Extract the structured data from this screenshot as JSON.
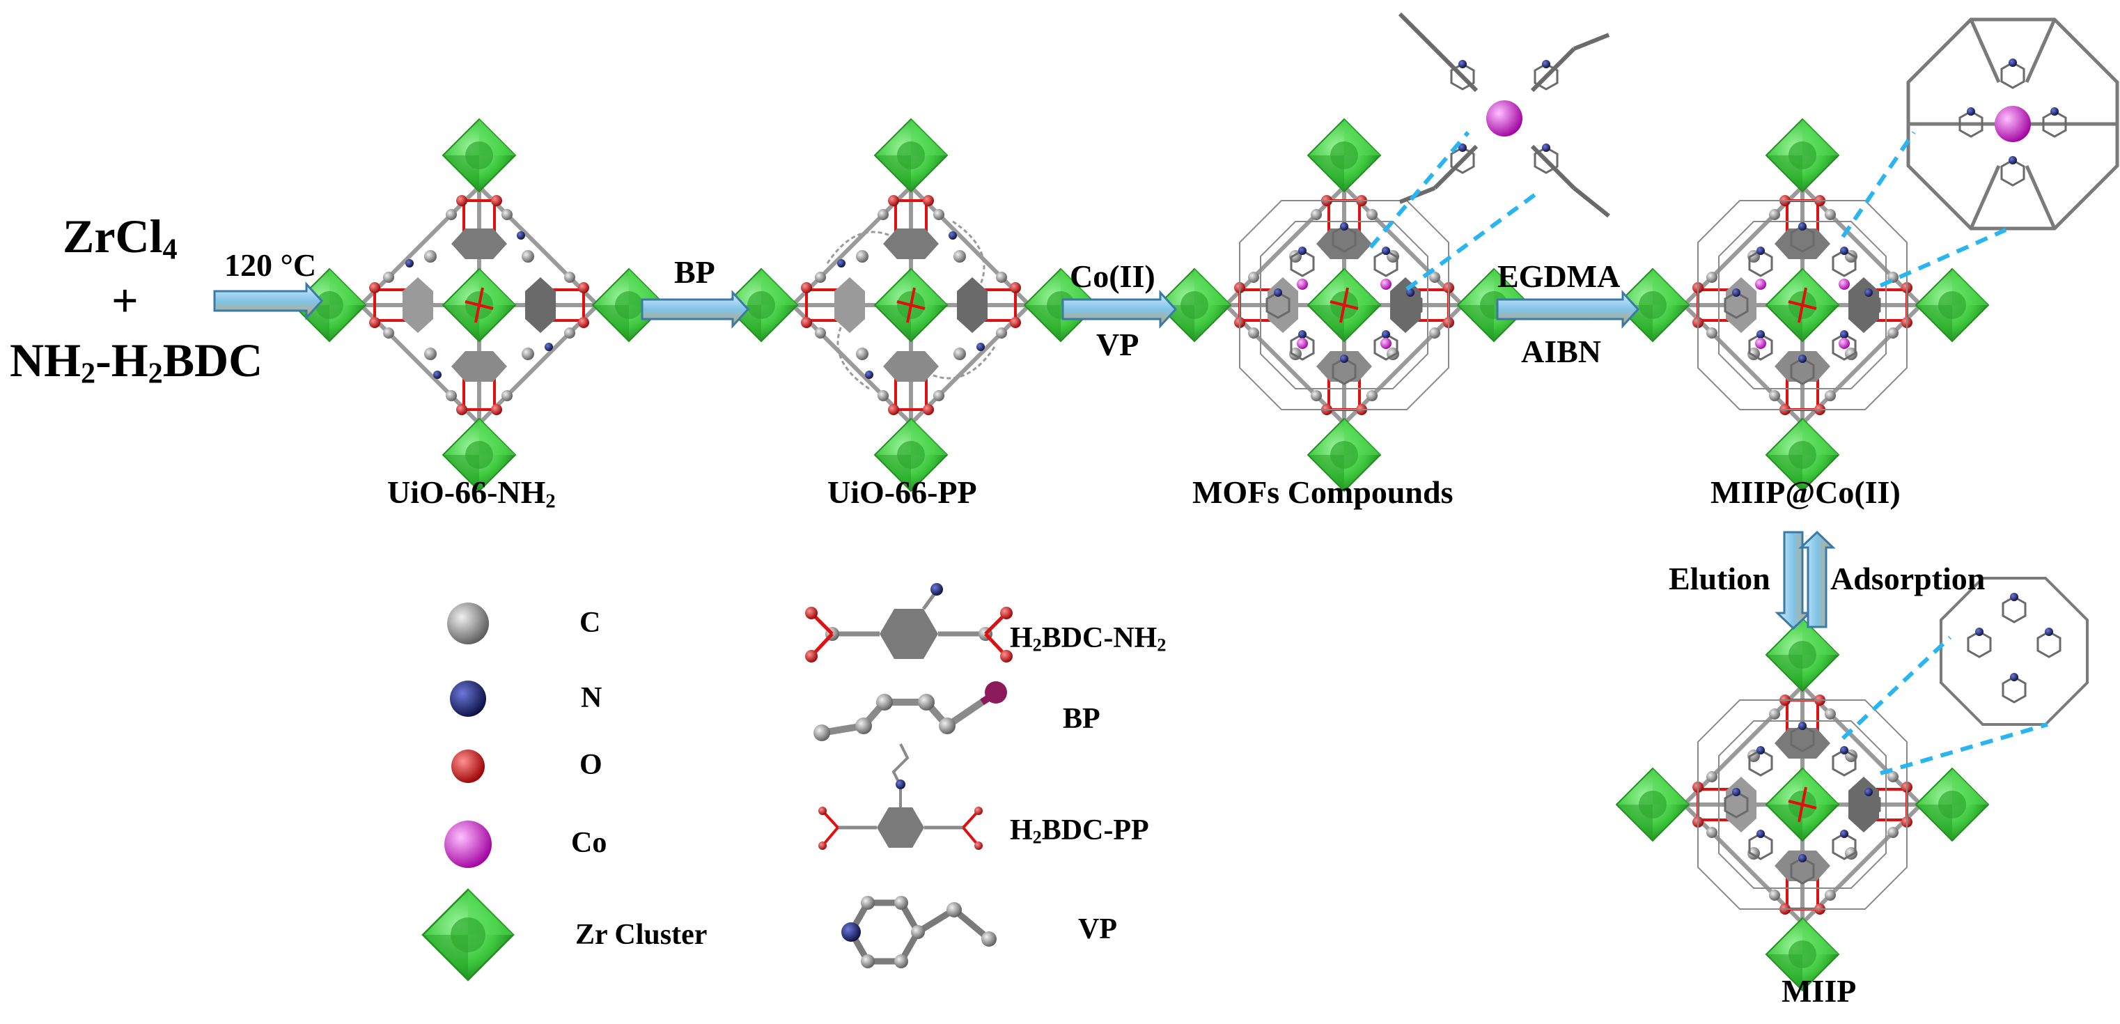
{
  "reactants": {
    "zrcl": "ZrCl",
    "zrcl_sub": "4",
    "plus": "+",
    "bdc_a": "NH",
    "bdc_a_sub": "2",
    "bdc_b": "-H",
    "bdc_b_sub": "2",
    "bdc_c": "BDC"
  },
  "steps": {
    "step1": "120 °C",
    "step2": "BP",
    "step3_top": "Co(II)",
    "step3_bottom": "VP",
    "step4_top": "EGDMA",
    "step4_bottom": "AIBN",
    "elution": "Elution",
    "adsorption": "Adsorption"
  },
  "products": {
    "uio_nh2_a": "UiO-66-NH",
    "uio_nh2_sub": "2",
    "uio_pp": "UiO-66-PP",
    "mofs": "MOFs Compounds",
    "miip_co": "MIIP@Co(II)",
    "miip": "MIIP"
  },
  "legend_atoms": [
    {
      "key": "C",
      "color": "#8a8a8a"
    },
    {
      "key": "N",
      "color": "#1e2a80"
    },
    {
      "key": "O",
      "color": "#e01010"
    },
    {
      "key": "Co",
      "color": "#e030e0"
    },
    {
      "key": "Zr Cluster",
      "color": "#3ec83e"
    }
  ],
  "legend_ligands": {
    "l1_a": "H",
    "l1_a_sub": "2",
    "l1_b": "BDC-NH",
    "l1_b_sub": "2",
    "l2": "BP",
    "l3_a": "H",
    "l3_a_sub": "2",
    "l3_b": "BDC-PP",
    "l4": "VP"
  },
  "colors": {
    "zr_green": "#3ec83e",
    "arrow_blue": "#7fc4e8",
    "dashed_cyan": "#29b6f0",
    "carbon_gray": "#8a8a8a",
    "oxygen_red": "#e01010",
    "nitrogen_blue": "#1e2a80",
    "cobalt_magenta": "#e030e0"
  }
}
